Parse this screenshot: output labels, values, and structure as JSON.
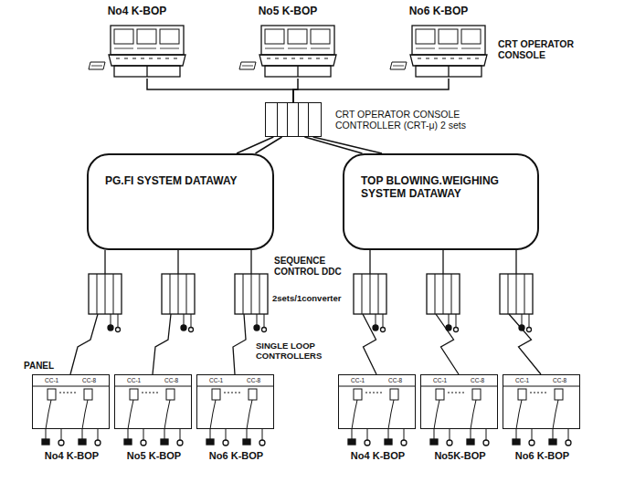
{
  "diagram": {
    "nodes": [
      {
        "text": [
          "No4 K-BOP"
        ]
      },
      {
        "text": [
          "No5 K-BOP"
        ]
      },
      {
        "text": [
          "No6 K-BOP"
        ]
      },
      {
        "text": [
          "CRT OPERATOR CONSOLE CONTROLLER (CRT-μ) 2 sets"
        ]
      },
      {
        "text": [
          "PG.FI SYSTEM DATAWAY"
        ]
      },
      {
        "text": [
          "TOP BLOWING.WEIGHING SYSTEM DATAWAY"
        ]
      },
      {
        "text": [
          "No4 K-BOP"
        ]
      },
      {
        "text": [
          "No5 K-BOP"
        ]
      },
      {
        "text": [
          "No6 K-BOP"
        ]
      },
      {
        "text": [
          "No4 K-BOP"
        ]
      },
      {
        "text": [
          "No5K-BOP"
        ]
      },
      {
        "text": [
          "No6 K-BOP"
        ]
      }
    ],
    "edges": [
      {
        "from": 0,
        "to": 3,
        "arrow": "none"
      },
      {
        "from": 1,
        "to": 3,
        "arrow": "none"
      },
      {
        "from": 2,
        "to": 3,
        "arrow": "none"
      },
      {
        "from": 3,
        "to": 4,
        "arrow": "none"
      },
      {
        "from": 3,
        "to": 4,
        "arrow": "none"
      },
      {
        "from": 3,
        "to": 5,
        "arrow": "none"
      },
      {
        "from": 3,
        "to": 5,
        "arrow": "none"
      }
    ],
    "labels": [
      "CRT OPERATOR CONSOLE",
      "SEQUENCE CONTROL DDC",
      "2sets/1converter",
      "PANEL",
      "SINGLE LOOP CONTROLLERS",
      "CC-1",
      "CC-8",
      "CC-1",
      "CC-8",
      "CC-1",
      "CC-8",
      "CC-1",
      "CC-8",
      "CC-1",
      "CC-8",
      "CC-1",
      "CC-8"
    ]
  }
}
